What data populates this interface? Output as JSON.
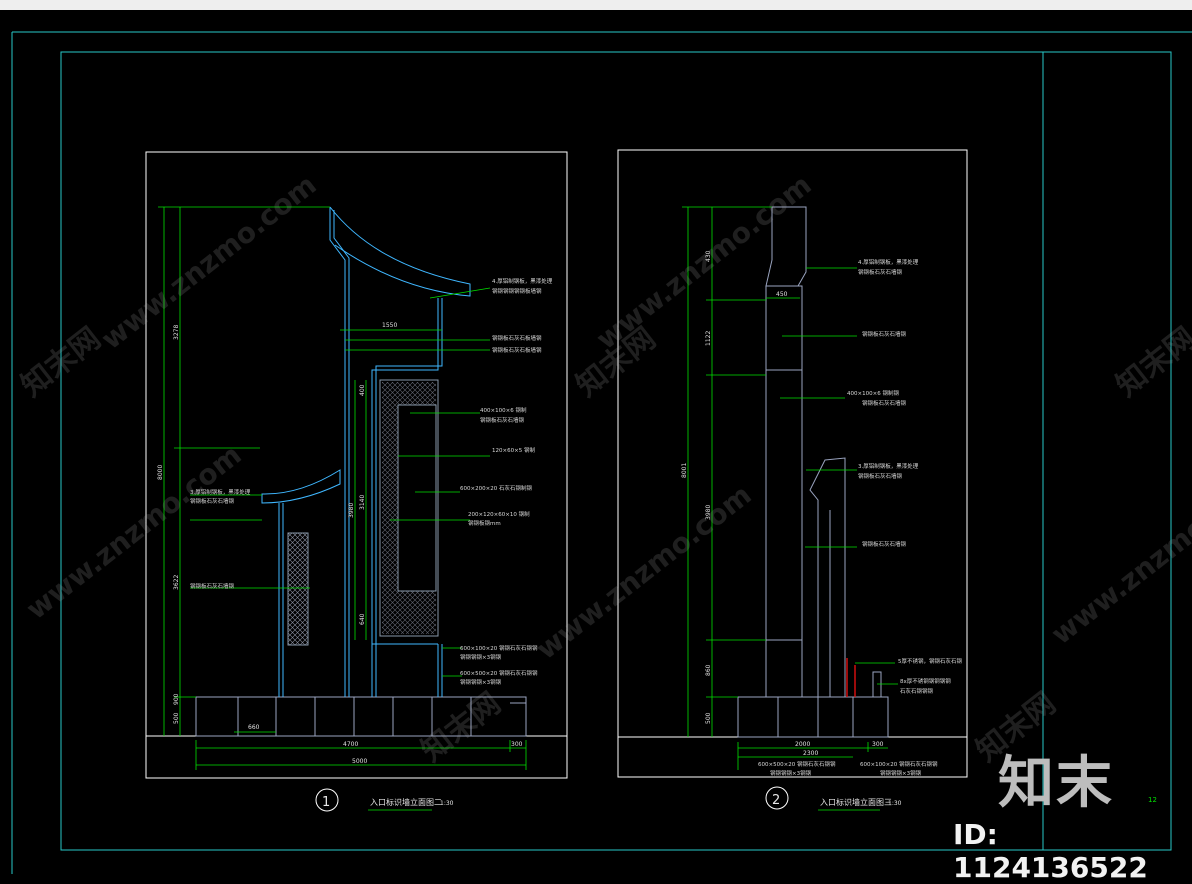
{
  "drawing": {
    "left": {
      "number": "1",
      "title": "入口标识墙立面图二",
      "scale": "1:30",
      "dims_vertical": [
        "3278",
        "3622",
        "8000",
        "400",
        "3980",
        "3140",
        "640",
        "900",
        "500"
      ],
      "dims_horizontal": [
        "1550",
        "660",
        "4700",
        "300",
        "5000"
      ],
      "annotations": [
        "4.厚铝制钢板，黑漆处理",
        "钢钢钢钢钢钢板墙钢",
        "钢钢板石灰石板墙钢",
        "钢钢板石灰石板墙钢",
        "400×100×6 钢制",
        "钢钢板石灰石墙钢",
        "120×60×5 钢制",
        "600×200×20 石灰石钢制钢",
        "200×120×60×10 钢制",
        "钢钢板钢mm",
        "3.厚铝制钢板，黑漆处理",
        "钢钢板石灰石墙钢",
        "钢钢板石灰石墙钢",
        "600×100×20 钢钢石灰石钢钢",
        "钢钢钢钢×3钢钢",
        "600×500×20 钢钢石灰石钢钢",
        "钢钢钢钢×3钢钢"
      ]
    },
    "right": {
      "number": "2",
      "title": "入口标识墙立面图三",
      "scale": "1:30",
      "dims_vertical": [
        "430",
        "1122",
        "8001",
        "3980",
        "860",
        "500"
      ],
      "dims_horizontal": [
        "450",
        "2000",
        "300",
        "2300"
      ],
      "annotations": [
        "4.厚铝制钢板，黑漆处理",
        "钢钢板石灰石墙钢",
        "钢钢板石灰石墙钢",
        "400×100×6 钢制钢",
        "钢钢板石灰石墙钢",
        "3.厚铝制钢板，黑漆处理",
        "钢钢板石灰石墙钢",
        "钢钢板石灰石墙钢",
        "5厚不锈钢，钢钢石灰石钢",
        "8x厚不锈钢钢钢钢钢",
        "石灰石钢钢钢",
        "600×500×20 钢钢石灰石钢钢",
        "钢钢钢钢×3钢钢",
        "600×100×20 钢钢石灰石钢钢",
        "钢钢钢钢×3钢钢"
      ]
    },
    "sheet_mark": "12"
  },
  "watermark": {
    "text_cn": "知末网",
    "text_url": "www.znzmo.com",
    "brand": "知末",
    "id_label": "ID: 1124136522"
  },
  "colors": {
    "background": "#000000",
    "frame": "#27c7c7",
    "sheet_border": "#ffffff",
    "dimension": "#00e000",
    "outline": "#3fb7ff",
    "accent_red": "#e01010",
    "text": "#e6e6e6"
  }
}
